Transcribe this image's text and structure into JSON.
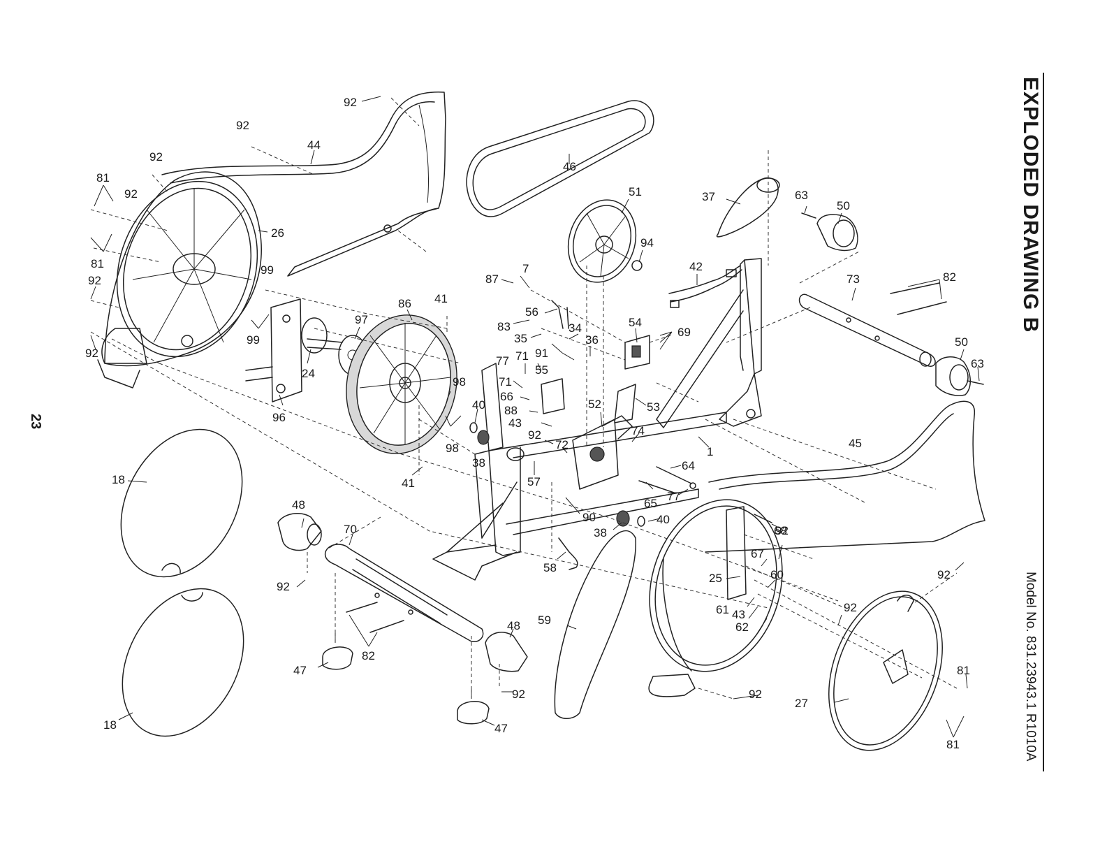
{
  "heading": "EXPLODED DRAWING B",
  "model_number": "Model No. 831.23943.1 R1010A",
  "page_number": "23",
  "callouts": {
    "c1": "1",
    "c7": "7",
    "c18a": "18",
    "c18b": "18",
    "c24": "24",
    "c25": "25",
    "c26": "26",
    "c27": "27",
    "c34": "34",
    "c35": "35",
    "c36": "36",
    "c37": "37",
    "c38a": "38",
    "c38b": "38",
    "c40a": "40",
    "c40b": "40",
    "c41a": "41",
    "c41b": "41",
    "c42": "42",
    "c43a": "43",
    "c43b": "43",
    "c44": "44",
    "c45": "45",
    "c46": "46",
    "c47a": "47",
    "c47b": "47",
    "c48a": "48",
    "c48b": "48",
    "c50a": "50",
    "c50b": "50",
    "c51": "51",
    "c52": "52",
    "c53": "53",
    "c54": "54",
    "c55": "55",
    "c56": "56",
    "c57": "57",
    "c58": "58",
    "c59": "59",
    "c60": "60",
    "c61": "61",
    "c62": "62",
    "c63a": "63",
    "c63b": "63",
    "c64": "64",
    "c65": "65",
    "c66": "66",
    "c67": "67",
    "c68": "68",
    "c69": "69",
    "c70": "70",
    "c71a": "71",
    "c71b": "71",
    "c72": "72",
    "c73": "73",
    "c74": "74",
    "c77a": "77",
    "c77b": "77",
    "c81a": "81",
    "c81b": "81",
    "c81c": "81",
    "c81d": "81",
    "c82a": "82",
    "c82b": "82",
    "c83": "83",
    "c86": "86",
    "c87": "87",
    "c88": "88",
    "c90": "90",
    "c91": "91",
    "c92a": "92",
    "c92b": "92",
    "c92c": "92",
    "c92d": "92",
    "c92e": "92",
    "c92f": "92",
    "c92g": "92",
    "c92h": "92",
    "c92i": "92",
    "c92j": "92",
    "c92k": "92",
    "c92l": "92",
    "c92m": "92",
    "c92n": "92",
    "c94": "94",
    "c96": "96",
    "c97": "97",
    "c98a": "98",
    "c98b": "98",
    "c99a": "99",
    "c99b": "99"
  }
}
